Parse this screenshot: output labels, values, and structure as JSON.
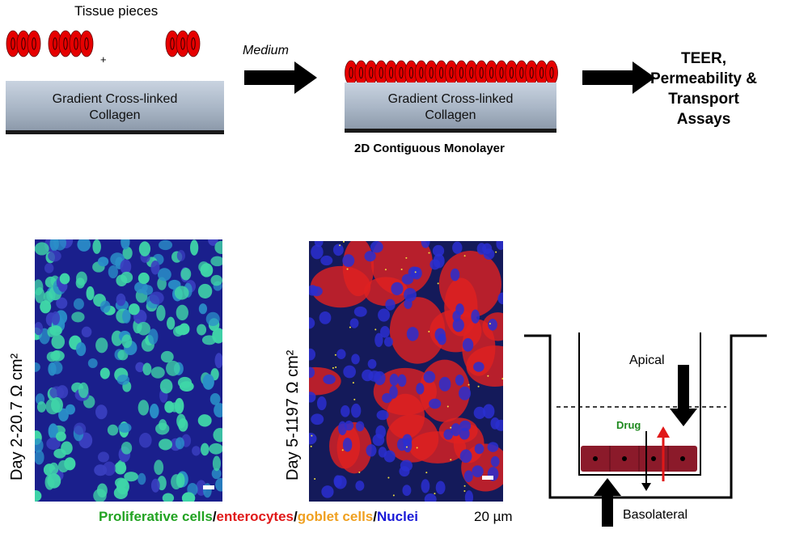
{
  "top": {
    "tissue_label": "Tissue pieces",
    "plus": "+",
    "medium_label": "Medium",
    "slab_line1": "Gradient Cross-linked",
    "slab_line2": "Collagen",
    "monolayer_caption": "2D Contiguous Monolayer",
    "assay_line1": "TEER,",
    "assay_line2": "Permeability &",
    "assay_line3": "Transport",
    "assay_line4": "Assays"
  },
  "micrographs": [
    {
      "day_label": "Day 2-20.7 Ω cm²"
    },
    {
      "day_label": "Day 5-1197 Ω cm²"
    }
  ],
  "legend": {
    "items": [
      {
        "text": "Proliferative cells",
        "color": "#22a322"
      },
      {
        "text": "/",
        "color": "#000000"
      },
      {
        "text": "enterocytes",
        "color": "#e01818"
      },
      {
        "text": "/",
        "color": "#000000"
      },
      {
        "text": "goblet cells",
        "color": "#f0a020"
      },
      {
        "text": "/",
        "color": "#000000"
      },
      {
        "text": "Nuclei",
        "color": "#1a1ad8"
      }
    ],
    "scale_label": "20 µm"
  },
  "transwell": {
    "apical_label": "Apical",
    "drug_label": "Drug",
    "basolateral_label": "Basolateral"
  },
  "colors": {
    "cell_red": "#e60000",
    "monolayer_cell": "#8b1a2a",
    "drug_arrow": "#e01818"
  }
}
